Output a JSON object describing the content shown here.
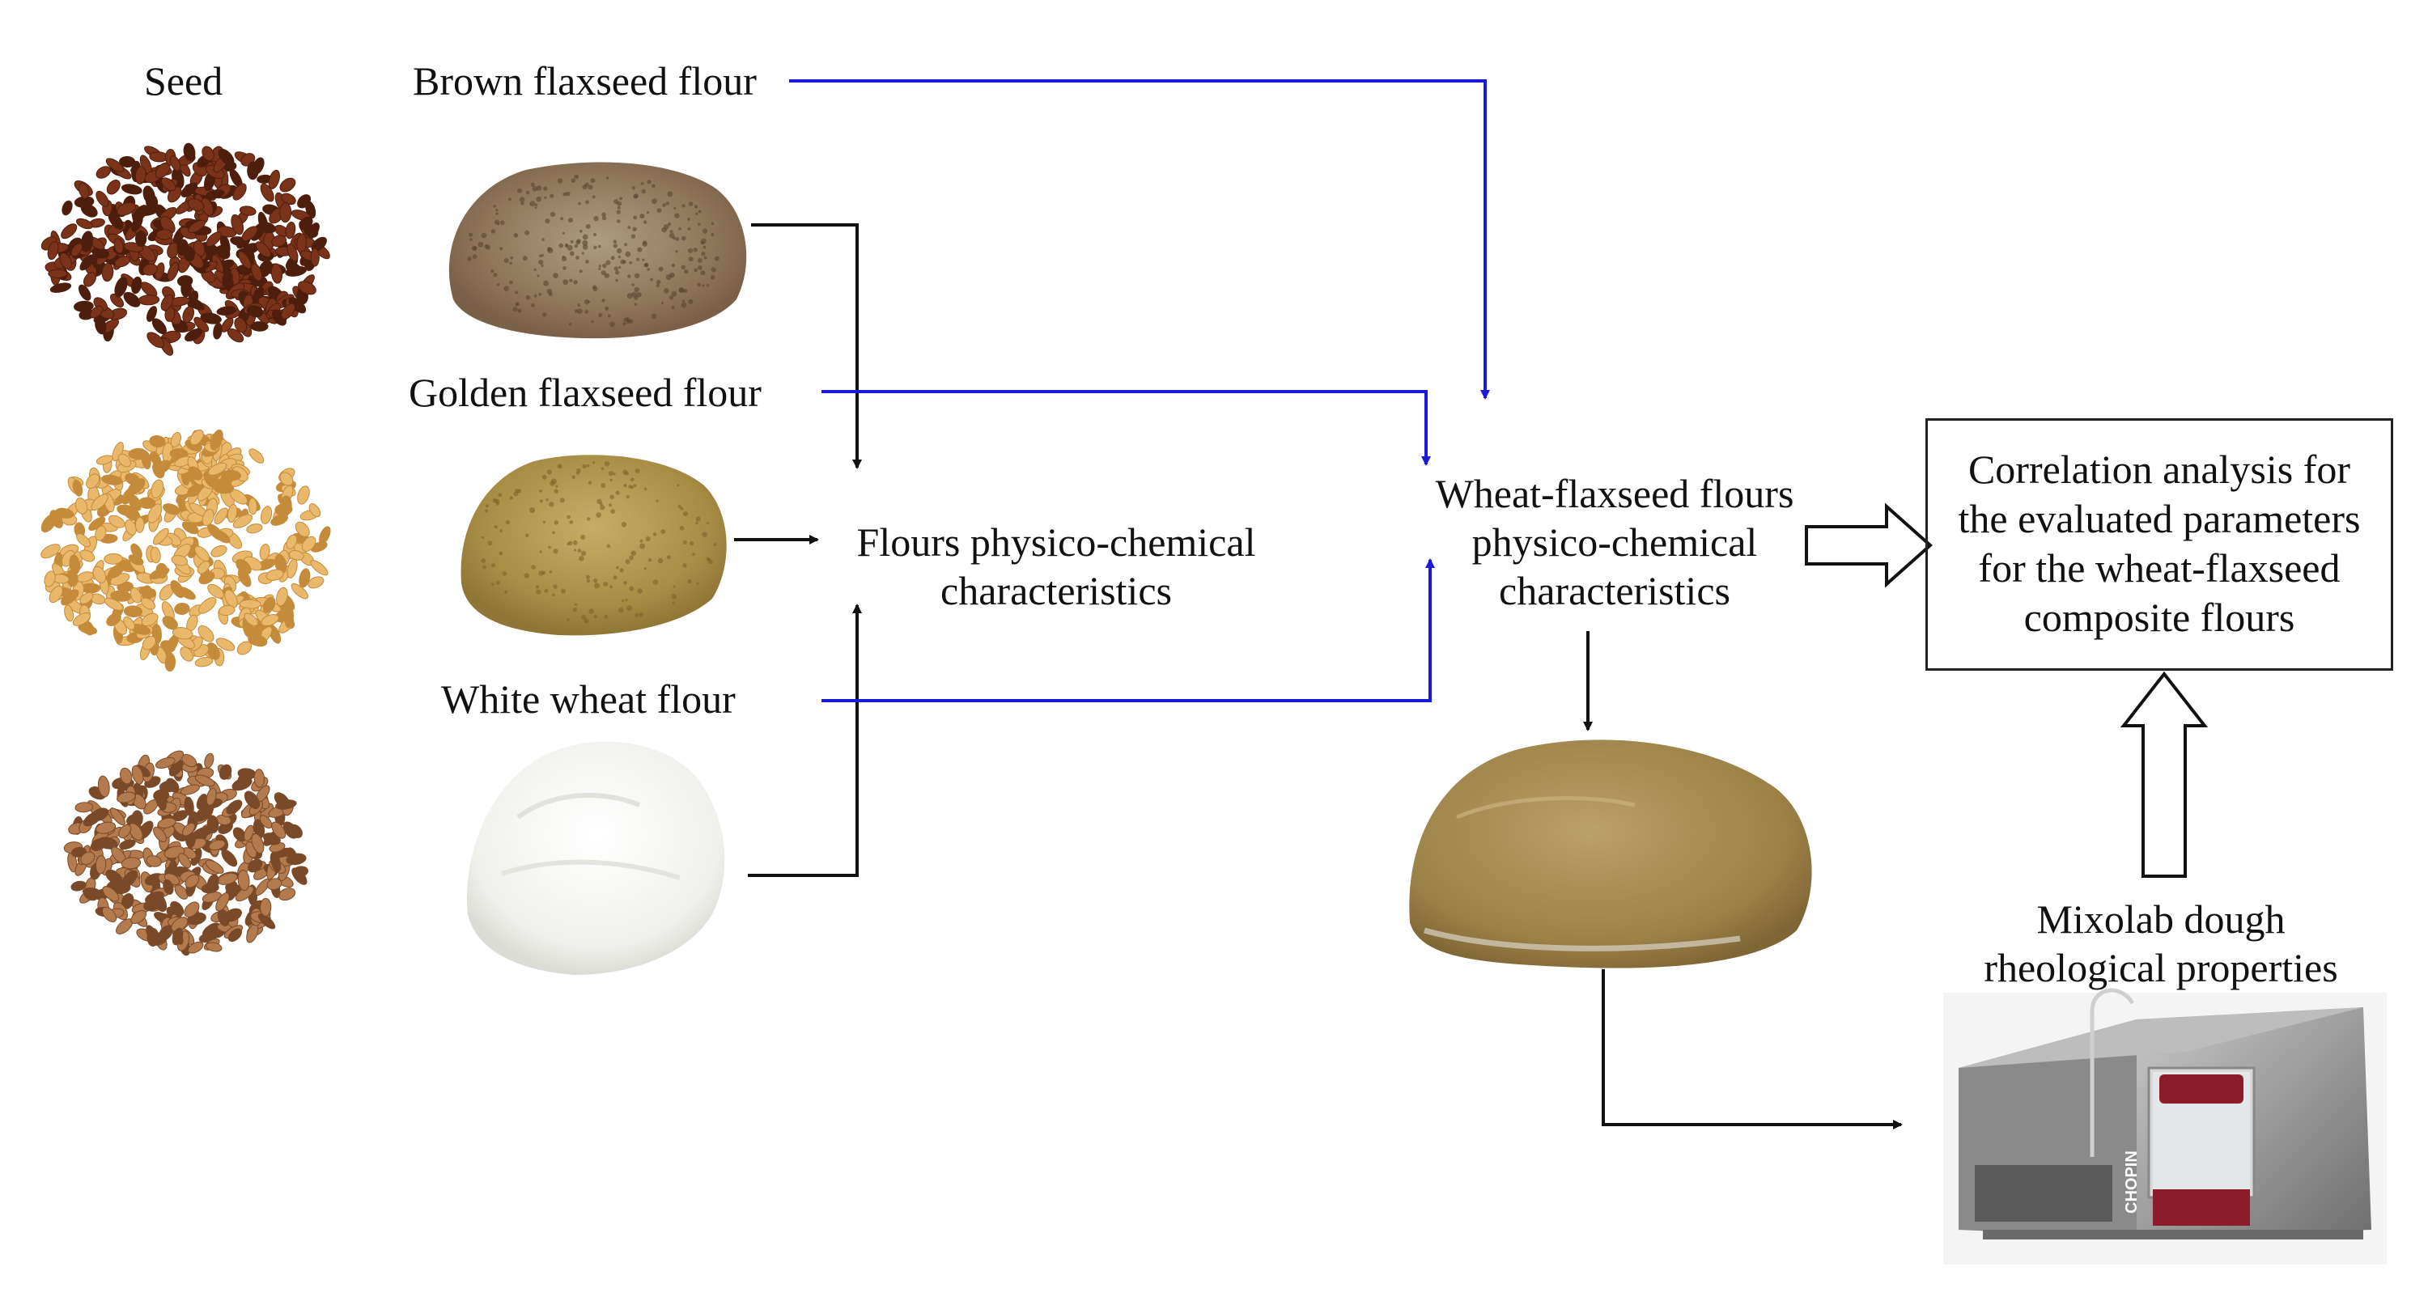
{
  "labels": {
    "seed": "Seed",
    "brown_flour": "Brown flaxseed flour",
    "golden_flour": "Golden flaxseed flour",
    "white_flour": "White wheat flour",
    "flours_pc": [
      "Flours physico-chemical",
      "characteristics"
    ],
    "wheat_flax": [
      "Wheat-flaxseed flours",
      "physico-chemical",
      "characteristics"
    ],
    "correlation": [
      "Correlation analysis for",
      "the evaluated parameters",
      "for the wheat-flaxseed",
      "composite flours"
    ],
    "mixolab": [
      "Mixolab dough",
      "rheological properties"
    ],
    "device_brand": "CHOPIN"
  },
  "colors": {
    "black_arrow": "#111111",
    "blue_arrow": "#1a1adb",
    "brown_seed": "#7a3318",
    "golden_seed": "#e9b86a",
    "wheat_seed": "#b37a4e",
    "brown_flour": "#9b8366",
    "golden_flour": "#b49a52",
    "white_flour": "#f1f1ee",
    "dough": "#a48a52",
    "device_body": "#9a9a9a",
    "device_accent": "#8c1c2a"
  },
  "icons": [
    "brown-flaxseed-seed-image",
    "golden-flaxseed-seed-image",
    "wheat-seed-image",
    "brown-flaxseed-flour-image",
    "golden-flaxseed-flour-image",
    "white-wheat-flour-image",
    "dough-image",
    "mixolab-device-image"
  ]
}
